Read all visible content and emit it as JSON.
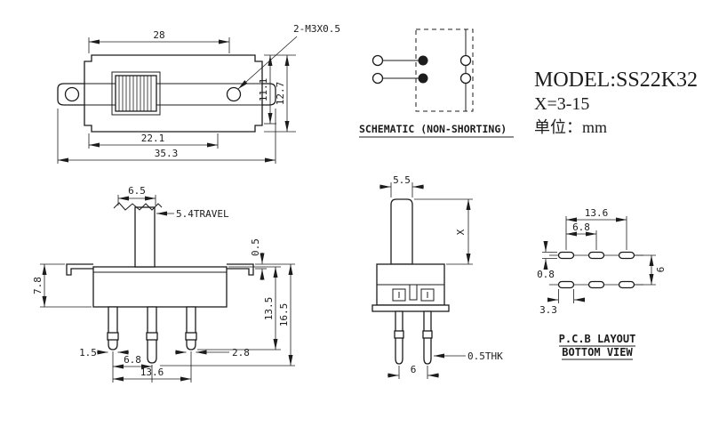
{
  "title_block": {
    "model": "MODEL:SS22K32",
    "x_spec": "X=3-15",
    "unit": "单位：mm"
  },
  "schematic": {
    "caption": "SCHEMATIC (NON-SHORTING)"
  },
  "top_view": {
    "dim_hole_span": "28",
    "dim_slot": "22.1",
    "dim_total_width": "35.3",
    "dim_body_height": "11.1",
    "dim_total_height": "12.7",
    "hole_callout": "2-M3X0.5"
  },
  "front_view": {
    "dim_knob_width": "6.5",
    "dim_travel": "5.4TRAVEL",
    "dim_tab_thickness": "0.5",
    "dim_body_height": "7.8",
    "dim_pin_length": "13.5",
    "dim_total_height": "16.5",
    "dim_pin_width": "1.5",
    "dim_pin_pitch": "6.8",
    "dim_pin_span": "13.6",
    "dim_end_pin": "2.8"
  },
  "side_view": {
    "dim_knob_depth": "5.5",
    "dim_knob_height": "X",
    "dim_row_pitch": "6",
    "dim_pin_thickness": "0.5THK"
  },
  "pcb_view": {
    "caption_line1": "P.C.B LAYOUT",
    "caption_line2": "BOTTOM VIEW",
    "dim_pad_span": "13.6",
    "dim_pad_pitch": "6.8",
    "dim_slot_width": "0.8",
    "dim_row_pitch": "6",
    "dim_slot_length": "3.3"
  },
  "colors": {
    "line": "#1c1c1c",
    "background": "#ffffff"
  }
}
